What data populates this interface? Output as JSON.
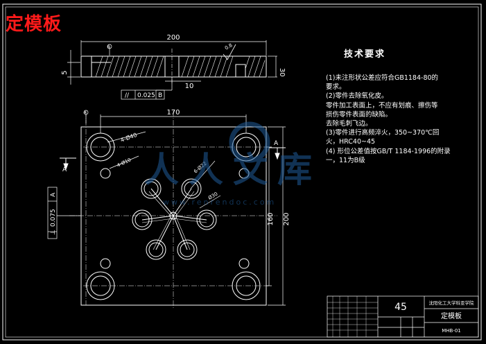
{
  "title": "定模板",
  "dimensions": {
    "top_width": "200",
    "top_left": "5",
    "top_right": "30",
    "bottom_10": "10",
    "plan_width": "170",
    "plan_height_inner": "160",
    "plan_height_outer": "200",
    "hole_big": "4-Ø40",
    "hole_small": "4-Ø10",
    "hole_mid": "6-Ø22",
    "hole_center": "Ø30"
  },
  "tolerances": {
    "parallel": {
      "symbol": "//",
      "value": "0.025",
      "datum": "B"
    },
    "perpendicular": {
      "symbol": "⊥",
      "value": "0.075",
      "datum": "A"
    }
  },
  "datums": {
    "a": "A",
    "b": "B"
  },
  "section_markers": {
    "left": "A",
    "right": "A"
  },
  "roughness": "0.8",
  "technical_requirements": {
    "heading": "技术要求",
    "lines": [
      "(1)未注形状公差应符合GB1184-80的",
      "   要求。",
      "(2)零件去除氧化皮。",
      "零件加工表面上，不应有划痕、擦伤等",
      "损伤零件表面的缺陷。",
      "去除毛刺飞边。",
      "(3)零件进行高频淬火，350~370℃回",
      "火，HRC40~45",
      "(4) 形位公差值按GB/T 1184-1996的附录",
      "一，11为B级"
    ]
  },
  "title_block": {
    "number": "45",
    "company": "沈阳化工大学科亚学院",
    "part_name": "定模板",
    "code": "MHB-01"
  },
  "watermark": {
    "text": "人人文库",
    "url": "www.renrendoc.com"
  }
}
